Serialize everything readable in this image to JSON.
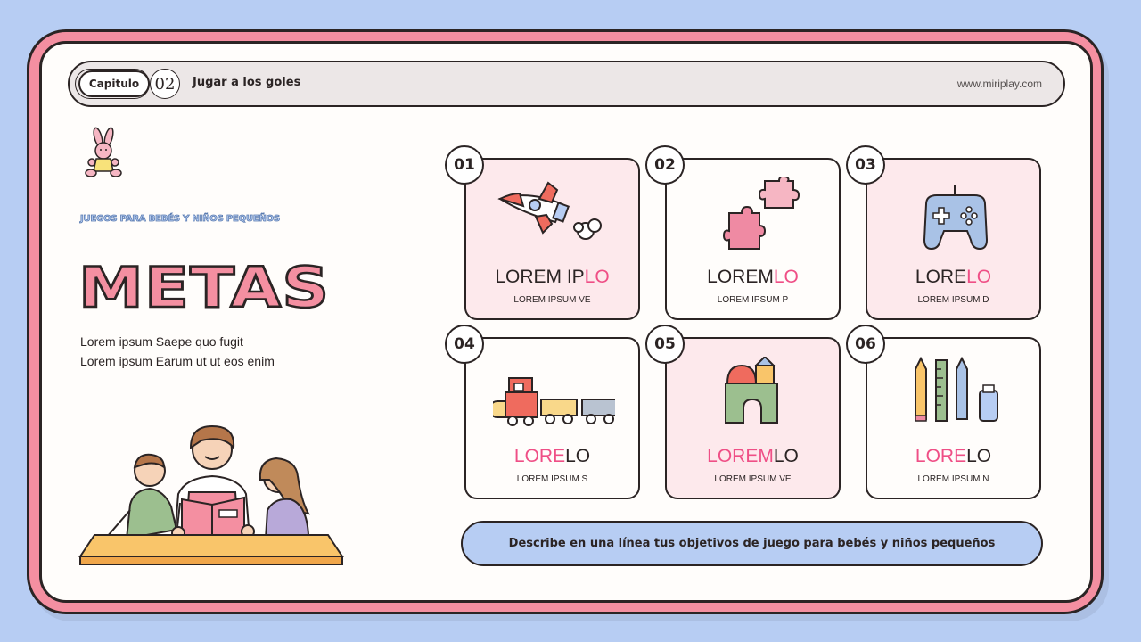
{
  "header": {
    "chapter_label": "Capitulo",
    "chapter_number": "02",
    "title": "Jugar a los goles",
    "url": "www.miriplay.com"
  },
  "main": {
    "subtitle": "JUEGOS PARA BEBÉS Y NIÑOS PEQUEÑOS",
    "title": "METAS",
    "description": [
      "Lorem ipsum Saepe quo fugit",
      "Lorem ipsum Earum ut ut eos enim"
    ]
  },
  "cards": [
    {
      "number": "01",
      "title_plain": "LOREM IP",
      "title_accent": "LO",
      "subtitle": "LOREM IPSUM VE",
      "icon": "rocket-icon"
    },
    {
      "number": "02",
      "title_plain": "LOREM",
      "title_accent": "LO",
      "subtitle": "LOREM IPSUM P",
      "icon": "puzzle-icon"
    },
    {
      "number": "03",
      "title_plain": "LORE",
      "title_accent": "LO",
      "subtitle": "LOREM IPSUM D",
      "icon": "gamepad-icon"
    },
    {
      "number": "04",
      "title_accent": "LORE",
      "title_plain": "LO",
      "subtitle": "LOREM IPSUM S",
      "icon": "train-icon"
    },
    {
      "number": "05",
      "title_accent": "LOREM",
      "title_plain": "LO",
      "subtitle": "LOREM IPSUM VE",
      "icon": "blocks-icon"
    },
    {
      "number": "06",
      "title_accent": "LORE",
      "title_plain": "LO",
      "subtitle": "LOREM IPSUM N",
      "icon": "stationery-icon"
    }
  ],
  "footer": {
    "text": "Describe en una línea tus objetivos de juego para bebés y niños pequeños"
  },
  "colors": {
    "background": "#b7cdf3",
    "frame": "#f48fa1",
    "accent": "#ef4f86",
    "card_pink": "#fde9ec"
  }
}
